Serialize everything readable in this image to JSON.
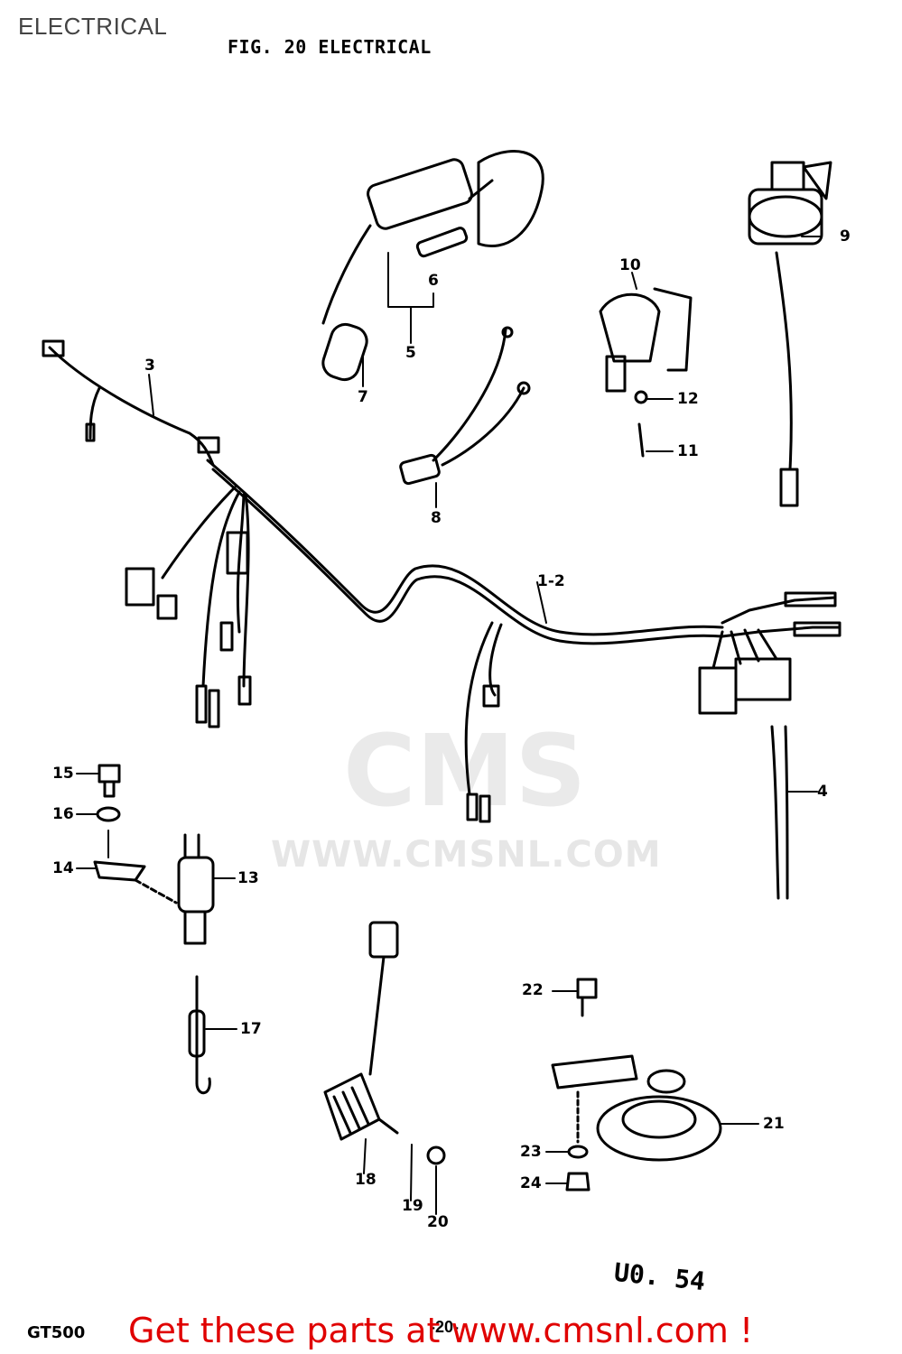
{
  "page": {
    "label": "ELECTRICAL",
    "figure_title": "FIG. 20 ELECTRICAL"
  },
  "callouts": [
    {
      "id": "c1",
      "text": "1-2"
    },
    {
      "id": "c3",
      "text": "3"
    },
    {
      "id": "c4",
      "text": "4"
    },
    {
      "id": "c5",
      "text": "5"
    },
    {
      "id": "c6",
      "text": "6"
    },
    {
      "id": "c7",
      "text": "7"
    },
    {
      "id": "c8",
      "text": "8"
    },
    {
      "id": "c9",
      "text": "9"
    },
    {
      "id": "c10",
      "text": "10"
    },
    {
      "id": "c11",
      "text": "11"
    },
    {
      "id": "c12",
      "text": "12"
    },
    {
      "id": "c13",
      "text": "13"
    },
    {
      "id": "c14",
      "text": "14"
    },
    {
      "id": "c15",
      "text": "15"
    },
    {
      "id": "c16",
      "text": "16"
    },
    {
      "id": "c17",
      "text": "17"
    },
    {
      "id": "c18",
      "text": "18"
    },
    {
      "id": "c19",
      "text": "19"
    },
    {
      "id": "c20",
      "text": "20"
    },
    {
      "id": "c21",
      "text": "21"
    },
    {
      "id": "c22",
      "text": "22"
    },
    {
      "id": "c23",
      "text": "23"
    },
    {
      "id": "c24",
      "text": "24"
    }
  ],
  "footer": {
    "ref_code": "U0. 54",
    "model": "GT500",
    "page_number": "-20-",
    "cta_text": "Get these parts at www.cmsnl.com !",
    "cta_color": "#e00000"
  },
  "watermark": {
    "logo_text": "CMS",
    "url_text": "WWW.CMSNL.COM"
  }
}
